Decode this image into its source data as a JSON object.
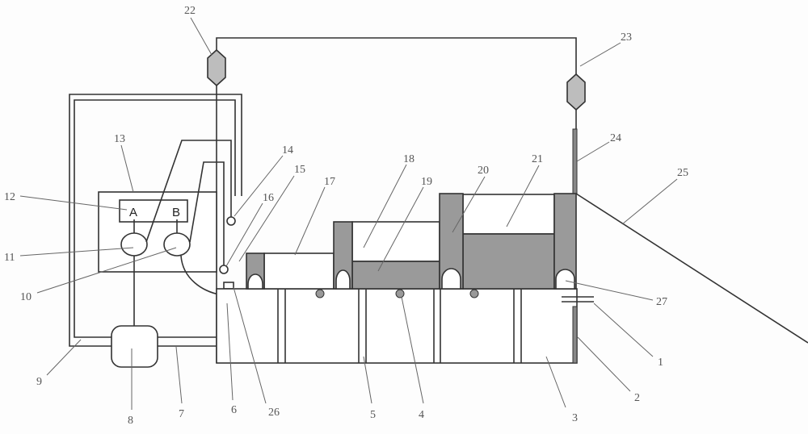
{
  "figure": {
    "type": "patent schematic diagram"
  },
  "display_letters": {
    "a": "A",
    "b": "B"
  },
  "labels": {
    "l1": "1",
    "l2": "2",
    "l3": "3",
    "l4": "4",
    "l5": "5",
    "l6": "6",
    "l7": "7",
    "l8": "8",
    "l9": "9",
    "l10": "10",
    "l11": "11",
    "l12": "12",
    "l13": "13",
    "l14": "14",
    "l15": "15",
    "l16": "16",
    "l17": "17",
    "l18": "18",
    "l19": "19",
    "l20": "20",
    "l21": "21",
    "l22": "22",
    "l23": "23",
    "l24": "24",
    "l25": "25",
    "l26": "26",
    "l27": "27"
  },
  "colors": {
    "fill_gray": "#9a9a9a",
    "line": "#333333",
    "valve": "#bdbdbd",
    "sensor": "#555555"
  }
}
